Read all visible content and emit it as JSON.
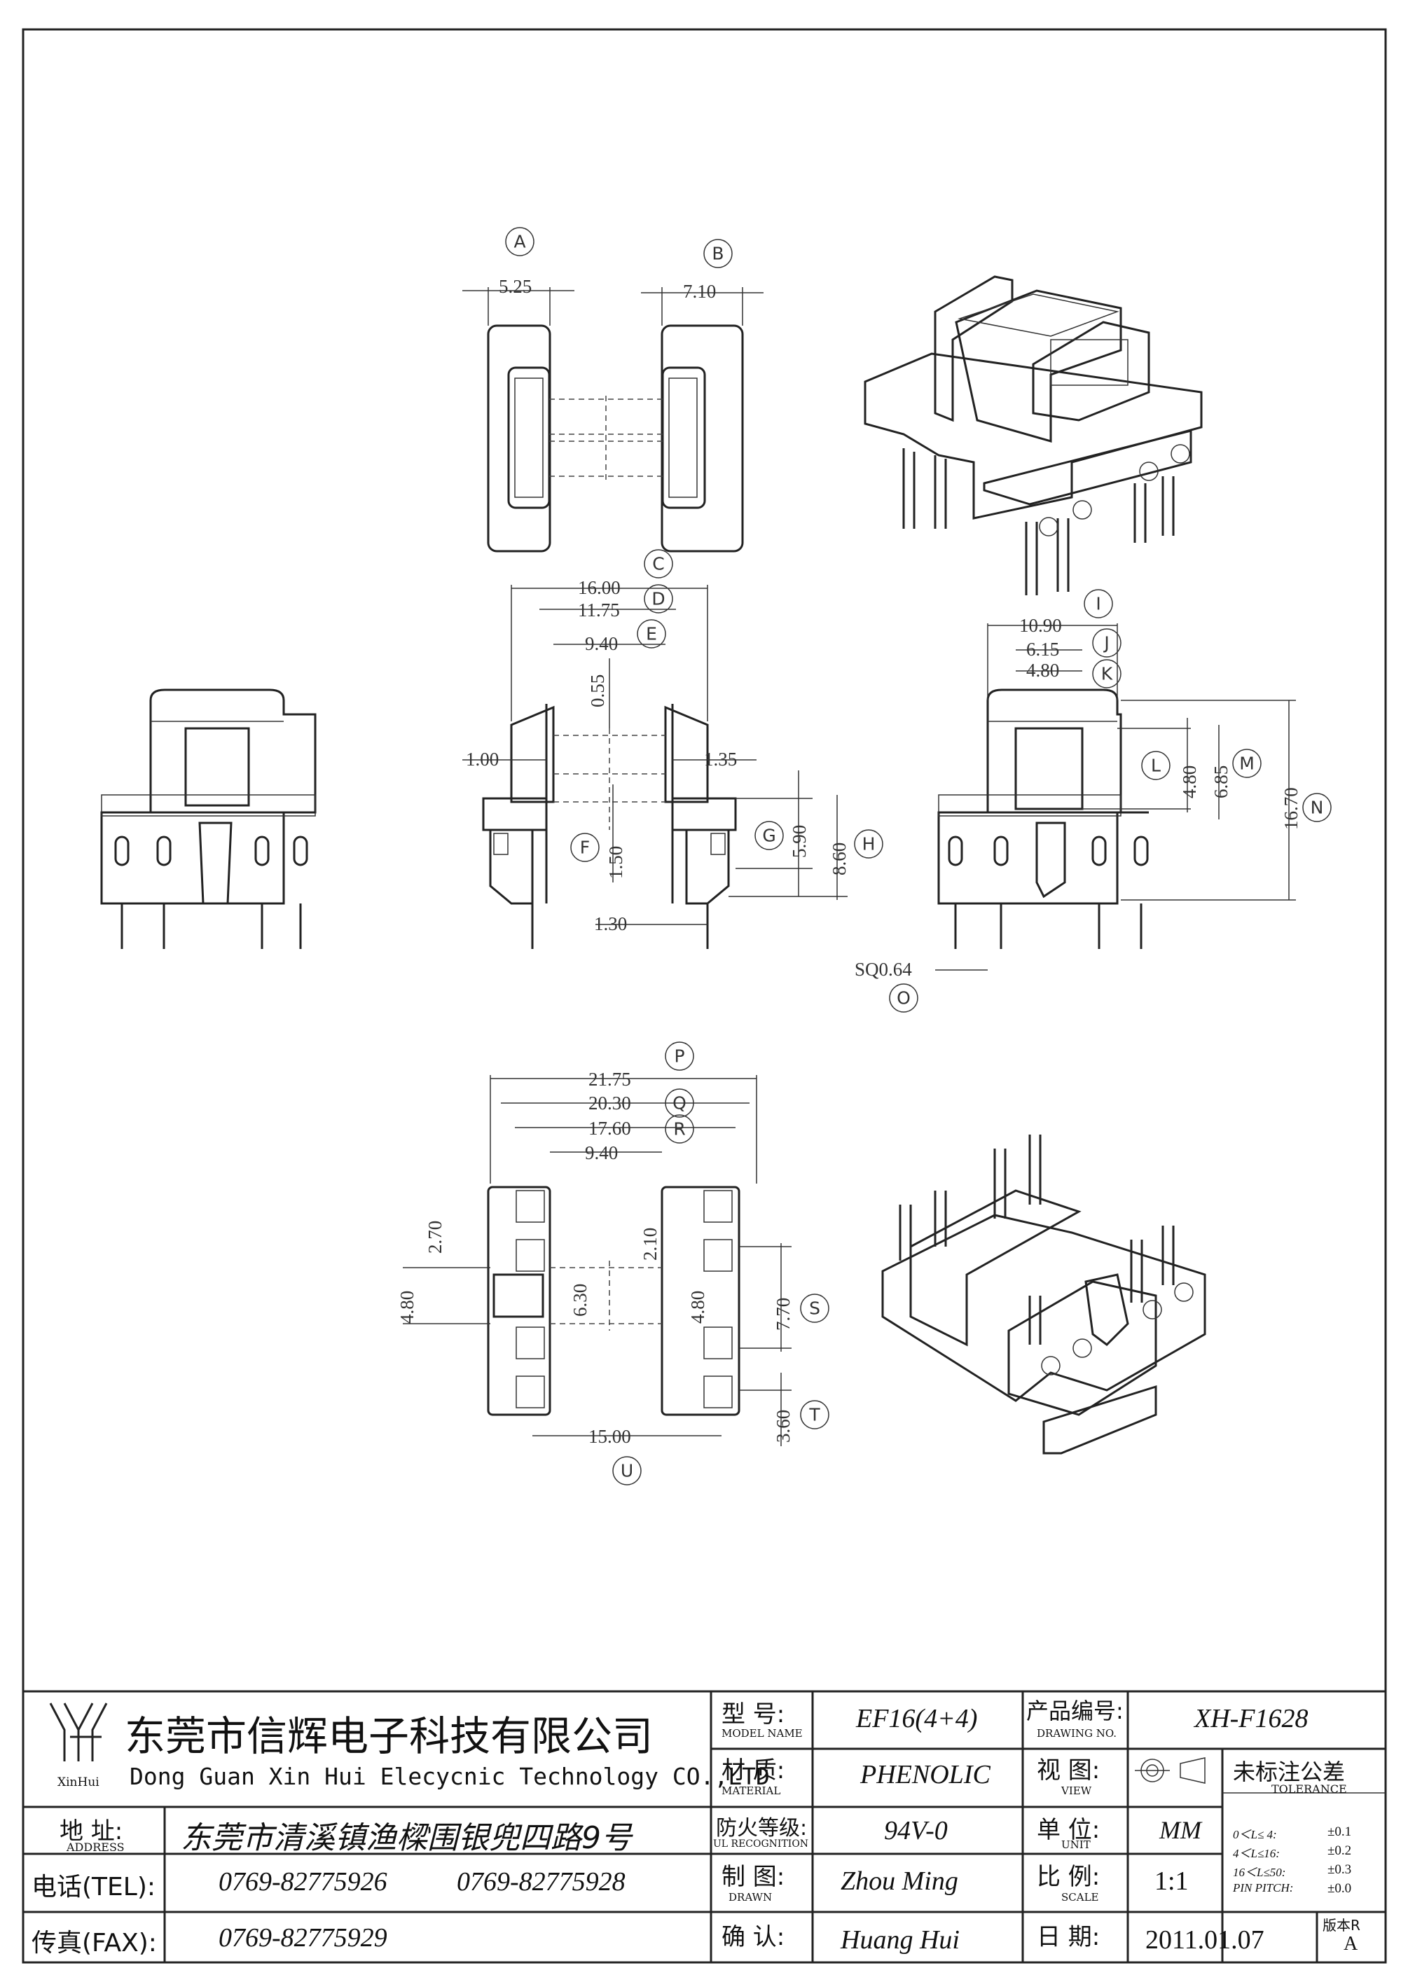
{
  "callouts": [
    {
      "id": "A",
      "label": "A",
      "value": "5.25"
    },
    {
      "id": "B",
      "label": "B",
      "value": "7.10"
    },
    {
      "id": "C",
      "label": "C",
      "value": "16.00"
    },
    {
      "id": "D",
      "label": "D",
      "value": "11.75"
    },
    {
      "id": "E",
      "label": "E",
      "value": "9.40"
    },
    {
      "id": "F",
      "label": "F",
      "value": "1.50"
    },
    {
      "id": "G",
      "label": "G",
      "value": "5.90"
    },
    {
      "id": "H",
      "label": "H",
      "value": "8.60"
    },
    {
      "id": "I",
      "label": "I",
      "value": "10.90"
    },
    {
      "id": "J",
      "label": "J",
      "value": "6.15"
    },
    {
      "id": "K",
      "label": "K",
      "value": "4.80"
    },
    {
      "id": "L",
      "label": "L",
      "value": "4.80"
    },
    {
      "id": "M",
      "label": "M",
      "value": "6.85"
    },
    {
      "id": "N",
      "label": "N",
      "value": "16.70"
    },
    {
      "id": "O",
      "label": "O",
      "value": "SQ0.64"
    },
    {
      "id": "P",
      "label": "P",
      "value": "21.75"
    },
    {
      "id": "Q",
      "label": "Q",
      "value": "20.30"
    },
    {
      "id": "R",
      "label": "R",
      "value": "17.60"
    },
    {
      "id": "S",
      "label": "S",
      "value": "7.70"
    },
    {
      "id": "T",
      "label": "T",
      "value": "3.60"
    },
    {
      "id": "U",
      "label": "U",
      "value": "15.00"
    }
  ],
  "extra_dims": {
    "flange_top": "0.55",
    "left_step": "1.00",
    "right_step": "1.35",
    "pin_offset": "1.30",
    "bottom_inner": "9.40",
    "bottom_h1": "2.70",
    "bottom_h2": "4.80",
    "bottom_h3": "2.10",
    "bottom_h4": "4.80",
    "bottom_core": "6.30"
  },
  "title_block": {
    "company_cn": "东莞市信辉电子科技有限公司",
    "company_en": "Dong Guan Xin Hui Elecycnic Technology CO.,LTD",
    "logo_text": "XinHui",
    "address_label_cn": "地  址:",
    "address_label_en": "ADDRESS",
    "address": "东莞市清溪镇渔樑围银兜四路9号",
    "tel_label": "电话(TEL):",
    "tel1": "0769-82775926",
    "tel2": "0769-82775928",
    "fax_label": "传真(FAX):",
    "fax": "0769-82775929",
    "model_label_cn": "型  号:",
    "model_label_en": "MODEL NAME",
    "model": "EF16(4+4)",
    "material_label_cn": "材  质:",
    "material_label_en": "MATERIAL",
    "material": "PHENOLIC",
    "ul_label_cn": "防火等级:",
    "ul_label_en": "UL RECOGNITION",
    "ul": "94V-0",
    "drawn_label_cn": "制  图:",
    "drawn_label_en": "DRAWN",
    "drawn": "Zhou Ming",
    "check_label_cn": "确  认:",
    "check": "Huang Hui",
    "drawing_no_label_cn": "产品编号:",
    "drawing_no_label_en": "DRAWING NO.",
    "drawing_no": "XH-F1628",
    "view_label_cn": "视  图:",
    "view_label_en": "VIEW",
    "unit_label_cn": "单  位:",
    "unit_label_en": "UNIT",
    "unit": "MM",
    "scale_label_cn": "比  例:",
    "scale_label_en": "SCALE",
    "scale": "1:1",
    "date_label_cn": "日  期:",
    "date": "2011.01.07",
    "tolerance_title_cn": "未标注公差",
    "tolerance_title_en": "TOLERANCE",
    "tolerances": [
      {
        "range": "0＜L≤ 4:",
        "value": "±0.1"
      },
      {
        "range": "4＜L≤16:",
        "value": "±0.2"
      },
      {
        "range": "16＜L≤50:",
        "value": "±0.3"
      },
      {
        "range": "PIN PITCH:",
        "value": "±0.0"
      }
    ],
    "revision_label": "版本R",
    "revision": "A"
  }
}
